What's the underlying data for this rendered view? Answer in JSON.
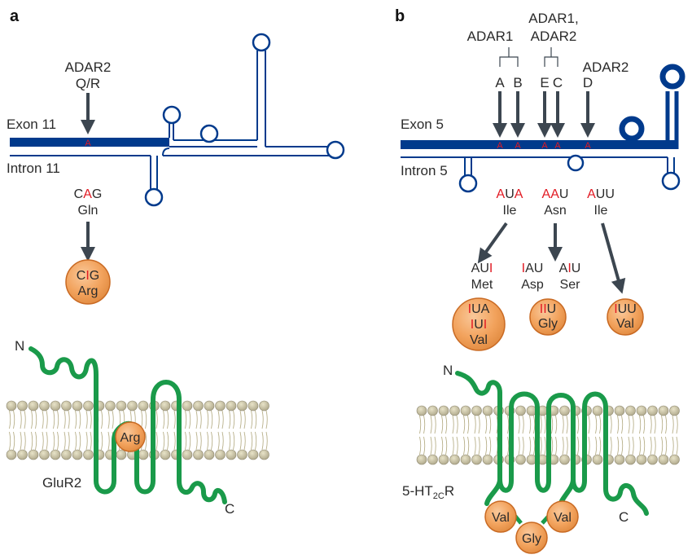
{
  "panel_a": {
    "label": "a",
    "enzyme": "ADAR2",
    "site": "Q/R",
    "exon": "Exon 11",
    "intron": "Intron 11",
    "edited_base": "A",
    "codon_pre": "C",
    "codon_mid": "A",
    "codon_post": "G",
    "aa": "Gln",
    "result_pre": "C",
    "result_mid": "I",
    "result_post": "G",
    "result_aa": "Arg",
    "n_term": "N",
    "c_term": "C",
    "membrane_aa": "Arg",
    "protein": "GluR2"
  },
  "panel_b": {
    "label": "b",
    "enzyme_ab": "ADAR1",
    "enzyme_ec_1": "ADAR1,",
    "enzyme_ec_2": "ADAR2",
    "enzyme_d": "ADAR2",
    "site_a": "A",
    "site_b": "B",
    "site_e": "E",
    "site_c": "C",
    "site_d": "D",
    "exon": "Exon 5",
    "intron": "Intron 5",
    "edited_base": "A",
    "codon1": {
      "c1": "A",
      "c2": "U",
      "c3": "A",
      "aa": "Ile"
    },
    "codon2": {
      "c1": "A",
      "c2": "A",
      "c3": "U",
      "aa": "Asn"
    },
    "codon3": {
      "c1": "A",
      "c2": "U",
      "c3": "U",
      "aa": "Ile"
    },
    "mut_met": {
      "c1": "AU",
      "c2": "I",
      "aa": "Met"
    },
    "mut_asp": {
      "c1": "I",
      "c2": "AU",
      "aa": "Asp"
    },
    "mut_ser": {
      "c1": "A",
      "c2": "I",
      "c3": "U",
      "aa": "Ser"
    },
    "ball_val": {
      "r1a": "I",
      "r1b": "U",
      "r1c": "A",
      "r2a": "I",
      "r2b": "U",
      "r2c": "I",
      "aa": "Val"
    },
    "ball_gly": {
      "r1a": "II",
      "r1b": "U",
      "aa": "Gly"
    },
    "ball_val2": {
      "r1a": "I",
      "r1b": "UU",
      "aa": "Val"
    },
    "n_term": "N",
    "c_term": "C",
    "loop_aa1": "Val",
    "loop_aa2": "Gly",
    "loop_aa3": "Val",
    "protein_pre": "5-HT",
    "protein_sub": "2C",
    "protein_post": "R"
  },
  "colors": {
    "rna": "#003a8c",
    "arrow": "#3c4650",
    "edit": "#e21a23",
    "protein": "#1a9a4a",
    "ball_fill": "#f2a25c",
    "ball_stroke": "#c96a23",
    "lipid_head": "#c9c3a0"
  }
}
